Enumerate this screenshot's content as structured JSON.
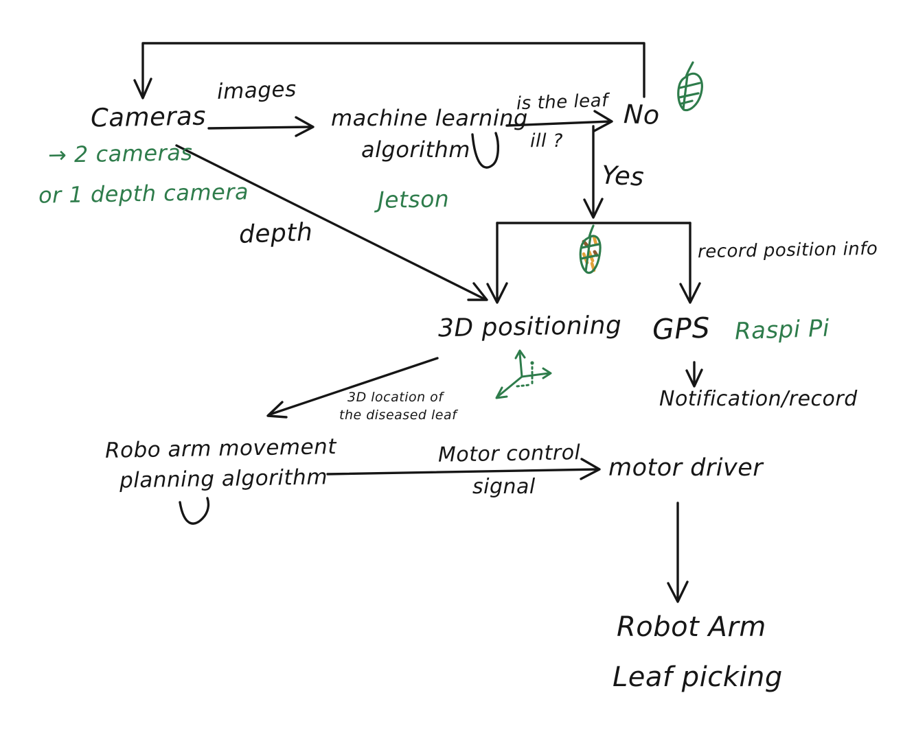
{
  "colors": {
    "ink": "#161616",
    "accent_green": "#2e7c4b",
    "accent_orange": "#e2a23a",
    "accent_brown": "#8a5a2e",
    "background": "#ffffff"
  },
  "nodes": {
    "cameras": "Cameras",
    "ml_line1": "machine learning",
    "ml_line2": "algorithm",
    "decision_no": "No",
    "decision_yes": "Yes",
    "positioning": "3D positioning",
    "gps": "GPS",
    "notification": "Notification/record",
    "robo_arm_line1": "Robo arm movement",
    "robo_arm_line2": "planning algorithm",
    "motor_driver": "motor driver",
    "robot_arm_line1": "Robot Arm",
    "robot_arm_line2": "Leaf picking"
  },
  "edge_labels": {
    "images": "images",
    "is_leaf_ill_line1": "is the leaf",
    "is_leaf_ill_line2": "ill ?",
    "depth": "depth",
    "record_position": "record position info",
    "location_line1": "3D location of",
    "location_line2": "the diseased leaf",
    "motor_control_line1": "Motor control",
    "motor_control_line2": "signal"
  },
  "annotations": {
    "camera_option1": "→ 2 cameras",
    "camera_option2": "or 1 depth camera",
    "jetson": "Jetson",
    "raspi_pi": "Raspi Pi"
  },
  "icons": {
    "healthy_leaf": "hand-drawn green leaf with veins",
    "diseased_leaf": "hand-drawn leaf with orange and brown disease marks",
    "axes_3d": "green 3D coordinate axes with dotted point"
  }
}
